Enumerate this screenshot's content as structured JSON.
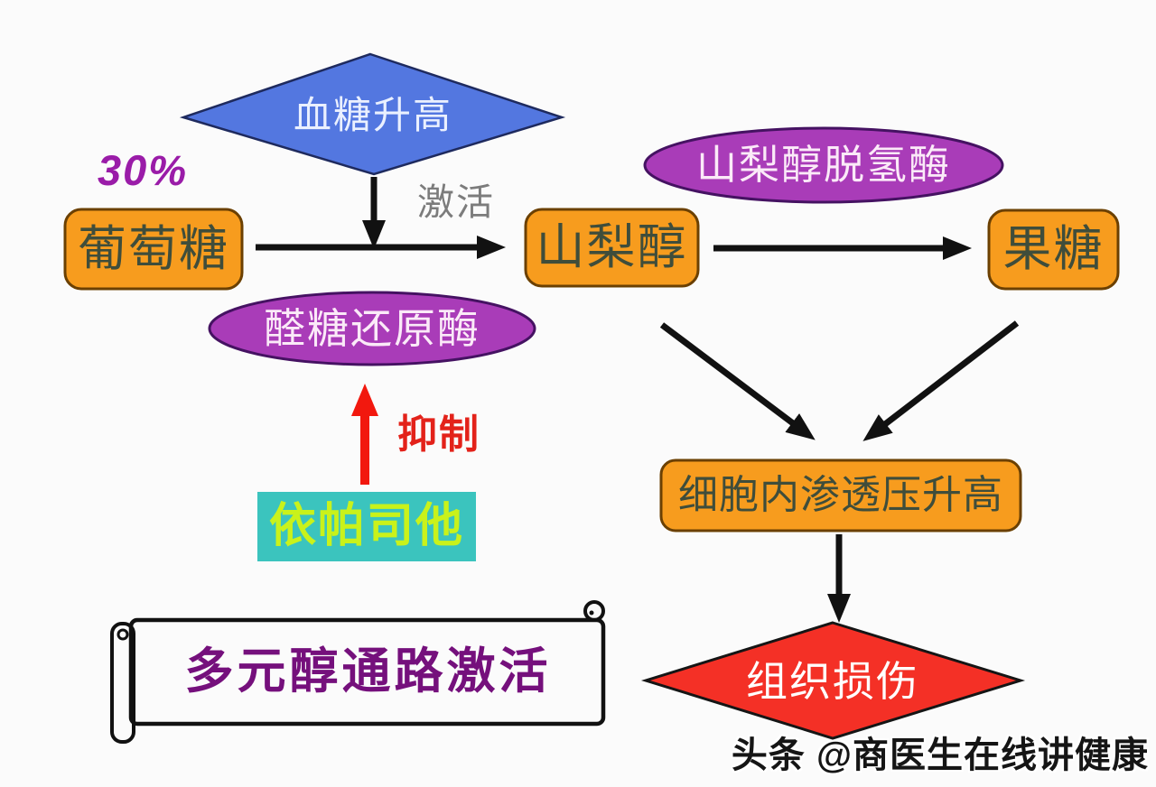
{
  "diagram": {
    "title_banner": "多元醇通路激活",
    "nodes": {
      "blood_sugar": "血糖升高",
      "glucose": "葡萄糖",
      "sorbitol": "山梨醇",
      "fructose": "果糖",
      "sorbitol_dehydrogenase": "山梨醇脱氢酶",
      "aldose_reductase": "醛糖还原酶",
      "osmotic_pressure": "细胞内渗透压升高",
      "epalrestat": "依帕司他",
      "tissue_damage": "组织损伤"
    },
    "edge_labels": {
      "percent": "30%",
      "activate": "激活",
      "inhibit": "抑制"
    },
    "watermark": "头条 @商医生在线讲健康",
    "palette": {
      "diamond_blue": "#5377E0",
      "node_orange": "#F79C1E",
      "enzyme_purple": "#A93CB8",
      "drug_cyan": "#3BC4BE",
      "damage_red": "#F43026",
      "banner_yellow": "#F8F6BE",
      "arrow_black": "#111111",
      "inhibit_red": "#F2180E",
      "percent_purple": "#9A1CA8",
      "banner_text_purple": "#75107C"
    }
  }
}
